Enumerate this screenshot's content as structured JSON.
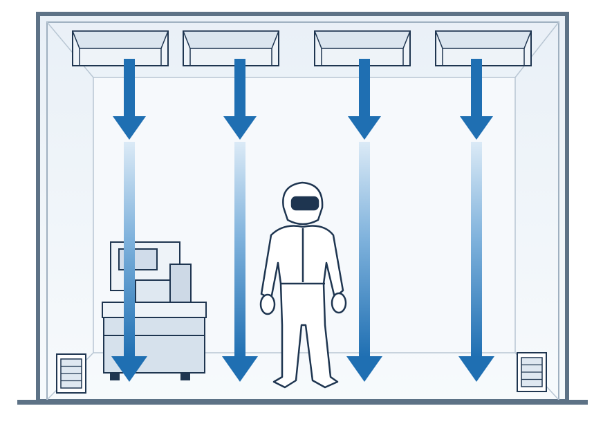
{
  "colors": {
    "frame": "#5d7286",
    "wall": "#eef3f8",
    "back_wall": "#f6f9fc",
    "arrow": "#1f6fb2",
    "arrow_light": "#cfe3f3",
    "outline": "#1e3550",
    "suit": "#ffffff"
  },
  "scene": {
    "ceiling_filters": 4,
    "airflow_arrows": 4,
    "floor_vents": 2
  }
}
